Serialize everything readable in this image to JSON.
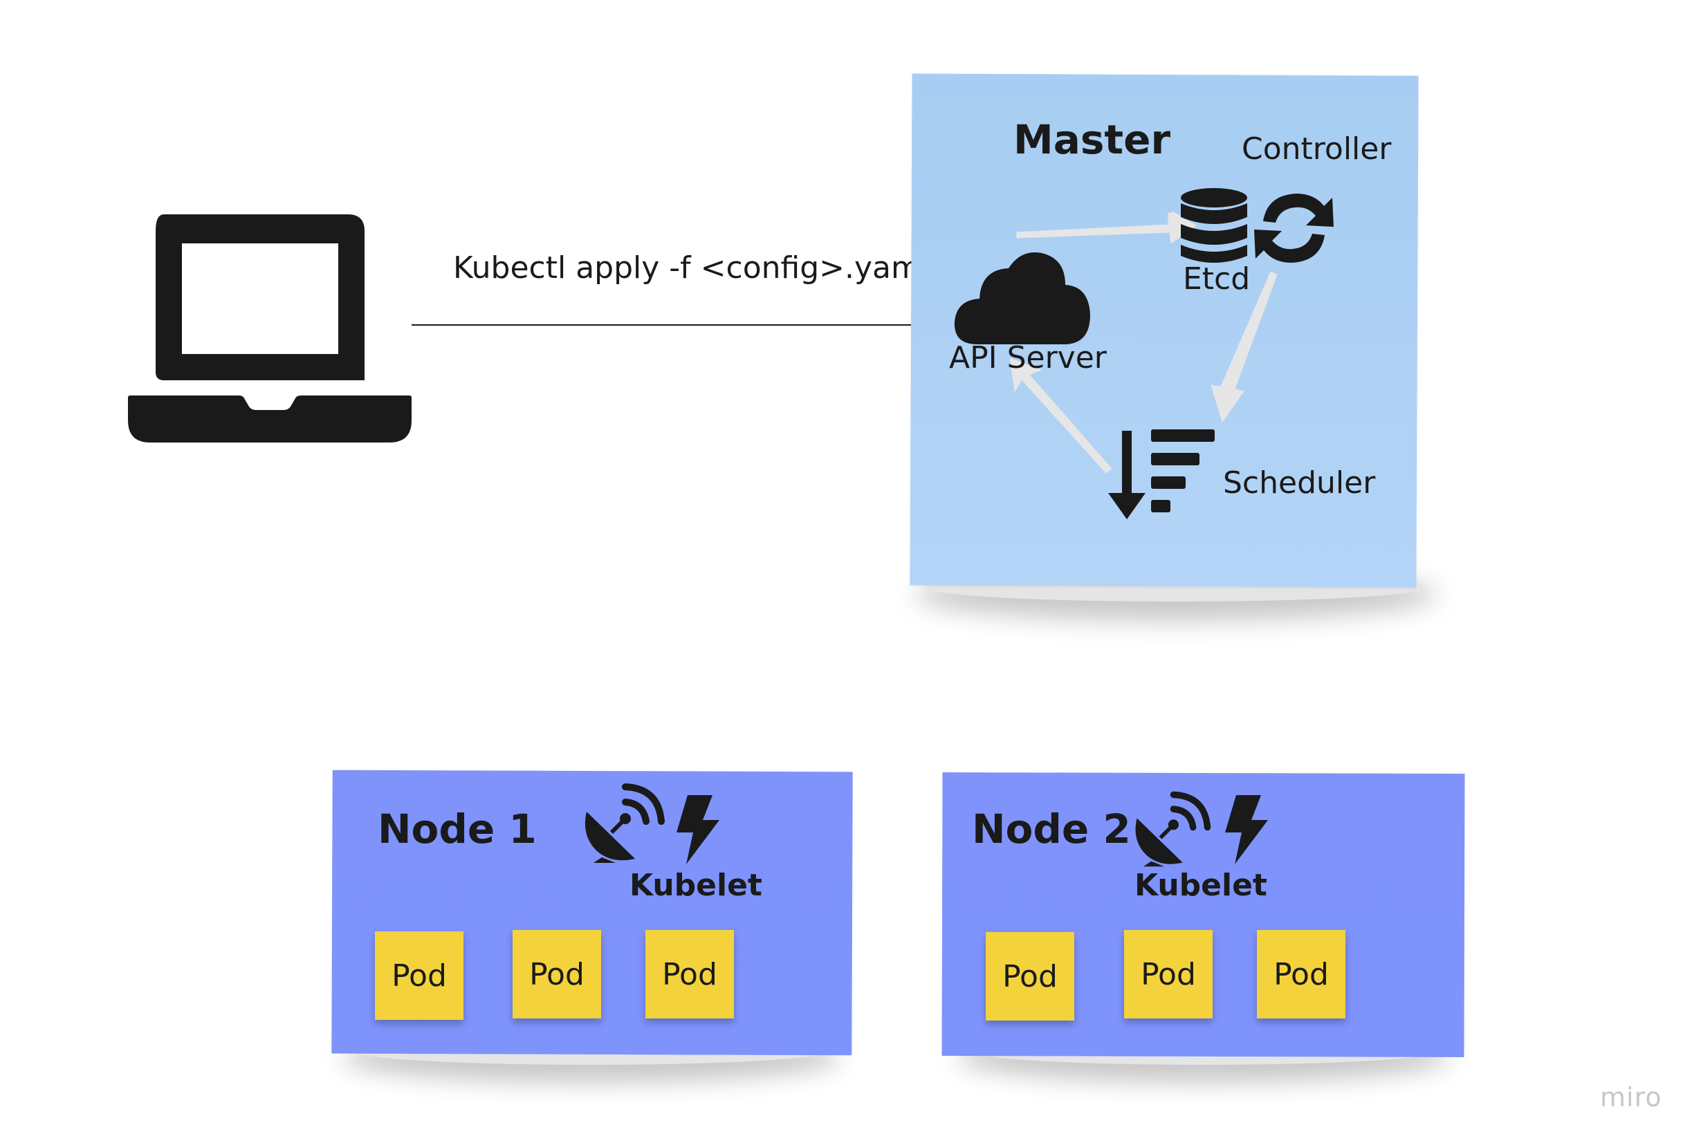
{
  "client": {
    "icon": "laptop-icon",
    "command": "Kubectl apply -f <config>.yaml"
  },
  "master": {
    "title": "Master",
    "color": "#acd0f4",
    "components": {
      "api_server": {
        "label": "API Server",
        "icon": "cloud-icon"
      },
      "etcd": {
        "label": "Etcd",
        "icon": "database-icon"
      },
      "controller": {
        "label": "Controller",
        "icon": "sync-icon"
      },
      "scheduler": {
        "label": "Scheduler",
        "icon": "sort-down-icon"
      }
    }
  },
  "nodes": [
    {
      "title": "Node 1",
      "color": "#7e93fb",
      "kubelet": {
        "label": "Kubelet",
        "icons": [
          "satellite-dish-icon",
          "bolt-icon"
        ]
      },
      "pods": [
        "Pod",
        "Pod",
        "Pod"
      ]
    },
    {
      "title": "Node 2",
      "color": "#7e93fb",
      "kubelet": {
        "label": "Kubelet",
        "icons": [
          "satellite-dish-icon",
          "bolt-icon"
        ]
      },
      "pods": [
        "Pod",
        "Pod",
        "Pod"
      ]
    }
  ],
  "pod_color": "#f4d23b",
  "watermark": "miro"
}
